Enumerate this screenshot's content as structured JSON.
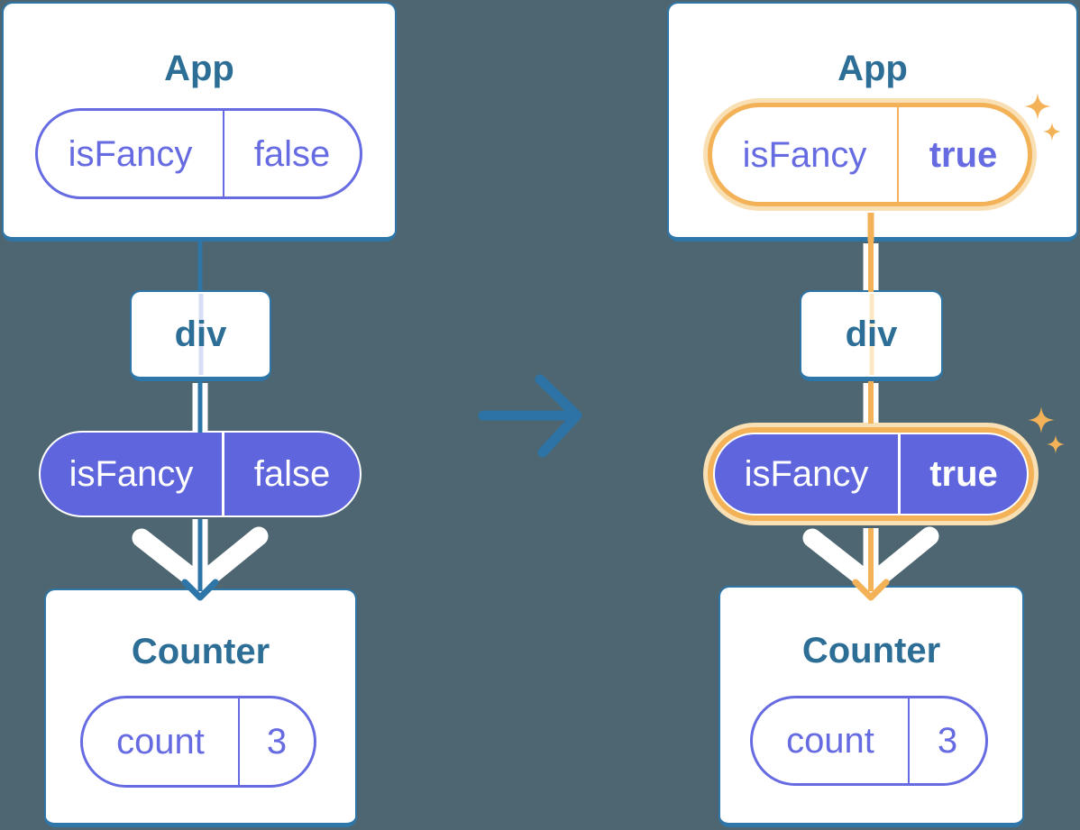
{
  "colors": {
    "bg": "#4d6671",
    "card-border": "#2f76a8",
    "title-text": "#2d6e96",
    "purple": "#666be2",
    "indigo-fill": "#5f65dc",
    "line-blue": "#2e76a8",
    "orange": "#f3b257",
    "orange-light": "#f9e0b4",
    "thread-blue": "#d5def2",
    "thread-orange": "#fce8c5",
    "arrow-blue": "#2d73a5"
  },
  "icons": {
    "sparkle": "four-point-star",
    "transition": "right-arrow",
    "prop-flow": "down-chevron-arrow"
  },
  "left": {
    "app": {
      "title": "App",
      "prop_name": "isFancy",
      "prop_value": "false"
    },
    "container": {
      "title": "div"
    },
    "state": {
      "prop_name": "isFancy",
      "prop_value": "false"
    },
    "counter": {
      "title": "Counter",
      "prop_name": "count",
      "prop_value": "3"
    }
  },
  "right": {
    "app": {
      "title": "App",
      "prop_name": "isFancy",
      "prop_value": "true"
    },
    "container": {
      "title": "div"
    },
    "state": {
      "prop_name": "isFancy",
      "prop_value": "true"
    },
    "counter": {
      "title": "Counter",
      "prop_name": "count",
      "prop_value": "3"
    }
  }
}
